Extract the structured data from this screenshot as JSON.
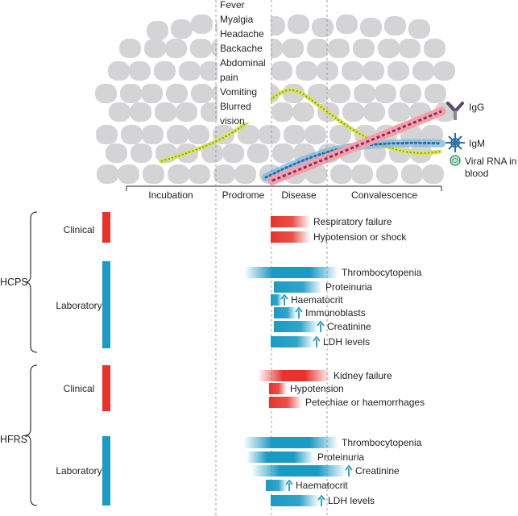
{
  "symptoms": [
    "Fever",
    "Myalgia",
    "Headache",
    "Backache",
    "Abdominal",
    "pain",
    "Vomiting",
    "Blurred",
    "vision"
  ],
  "legend": {
    "igg": "IgG",
    "igm": "IgM",
    "viral_rna": [
      "Viral RNA in",
      "blood"
    ]
  },
  "phases": [
    "Incubation",
    "Prodrome",
    "Disease",
    "Convalescence"
  ],
  "groups": [
    {
      "name": "HCPS",
      "sections": [
        {
          "label": "Clinical",
          "kind": "clinical",
          "items": [
            {
              "text": "Respiratory failure",
              "arrow": false
            },
            {
              "text": "Hypotension or shock",
              "arrow": false
            }
          ]
        },
        {
          "label": "Laboratory",
          "kind": "laboratory",
          "items": [
            {
              "text": "Thrombocytopenia",
              "arrow": false
            },
            {
              "text": "Proteinuria",
              "arrow": false
            },
            {
              "text": "Haematocrit",
              "arrow": true
            },
            {
              "text": "Immunoblasts",
              "arrow": true
            },
            {
              "text": "Creatinine",
              "arrow": true
            },
            {
              "text": "LDH levels",
              "arrow": true
            }
          ]
        }
      ]
    },
    {
      "name": "HFRS",
      "sections": [
        {
          "label": "Clinical",
          "kind": "clinical",
          "items": [
            {
              "text": "Kidney failure",
              "arrow": false
            },
            {
              "text": "Hypotension",
              "arrow": false
            },
            {
              "text": "Petechiae or haemorrhages",
              "arrow": false
            }
          ]
        },
        {
          "label": "Laboratory",
          "kind": "laboratory",
          "items": [
            {
              "text": "Thrombocytopenia",
              "arrow": false
            },
            {
              "text": "Proteinuria",
              "arrow": false
            },
            {
              "text": "Creatinine",
              "arrow": true
            },
            {
              "text": "Haematocrit",
              "arrow": true
            },
            {
              "text": "LDH levels",
              "arrow": true
            }
          ]
        }
      ]
    }
  ],
  "colors": {
    "clinical": "#e8322a",
    "laboratory": "#1a9bc4",
    "viremia_line": "#e0e04a",
    "igg": "#e64a6a",
    "igm": "#2a8dc0",
    "cells": "#d4d4d6",
    "text": "#231f20"
  }
}
